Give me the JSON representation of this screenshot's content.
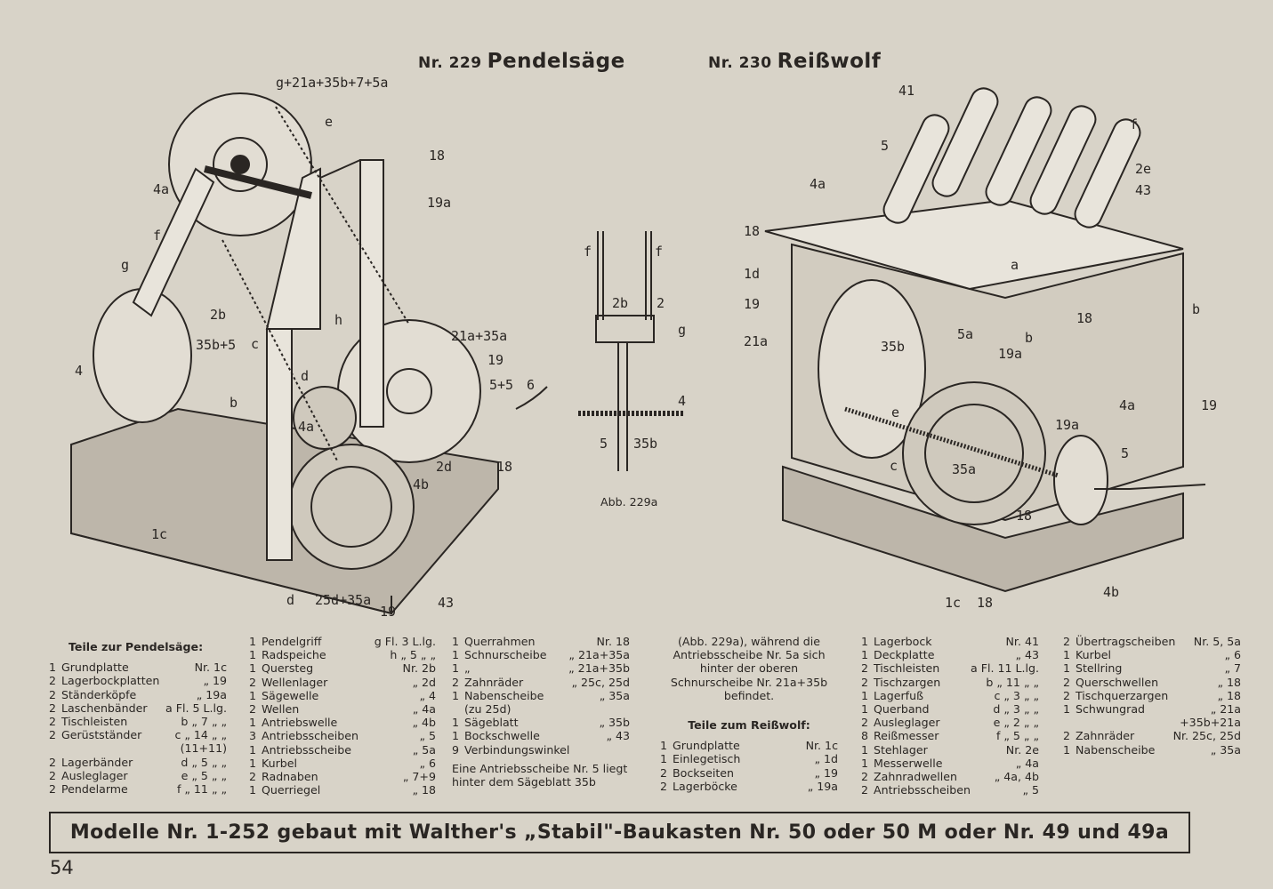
{
  "titles": {
    "left": {
      "nr": "Nr. 229",
      "name": "Pendelsäge"
    },
    "right": {
      "nr": "Nr. 230",
      "name": "Reißwolf"
    }
  },
  "figure_caption": "Abb. 229a",
  "labels_left": [
    "g+21a+35b+7+5a",
    "e",
    "18",
    "19a",
    "4a",
    "f",
    "g",
    "2b",
    "35b+5",
    "4",
    "h",
    "c",
    "21a+35a",
    "19",
    "d",
    "5+5",
    "6",
    "4a",
    "b",
    "2d",
    "18",
    "4b",
    "1c",
    "d",
    "25d+35a",
    "19",
    "43"
  ],
  "labels_right": [
    "41",
    "f",
    "5",
    "2e",
    "4a",
    "43",
    "18",
    "1d",
    "a",
    "19",
    "18",
    "b",
    "21a",
    "35b",
    "5a",
    "19a",
    "b",
    "4a",
    "19",
    "19a",
    "e",
    "c",
    "35a",
    "5",
    "18",
    "1c",
    "18",
    "4b"
  ],
  "labels_detail": [
    "f",
    "f",
    "2b",
    "2",
    "g",
    "4",
    "5",
    "35b"
  ],
  "parts_saw_heading": "Teile zur Pendelsäge:",
  "parts_col1": [
    [
      "1",
      "Grundplatte",
      "Nr. 1c"
    ],
    [
      "2",
      "Lagerbockplatten",
      "„ 19"
    ],
    [
      "2",
      "Ständerköpfe",
      "„ 19a"
    ],
    [
      "2",
      "Laschenbänder",
      "a Fl. 5 L.lg."
    ],
    [
      "2",
      "Tischleisten",
      "b „ 7 „ „"
    ],
    [
      "2",
      "Gerüstständer",
      "c „ 14 „ „"
    ],
    [
      "",
      "",
      "(11+11)"
    ],
    [
      "2",
      "Lagerbänder",
      "d „ 5 „ „"
    ],
    [
      "2",
      "Ausleglager",
      "e „ 5 „ „"
    ],
    [
      "2",
      "Pendelarme",
      "f „ 11 „ „"
    ]
  ],
  "parts_col2": [
    [
      "1",
      "Pendelgriff",
      "g Fl. 3 L.lg."
    ],
    [
      "1",
      "Radspeiche",
      "h „ 5 „ „"
    ],
    [
      "1",
      "Quersteg",
      "Nr. 2b"
    ],
    [
      "2",
      "Wellenlager",
      "„ 2d"
    ],
    [
      "1",
      "Sägewelle",
      "„ 4"
    ],
    [
      "2",
      "Wellen",
      "„ 4a"
    ],
    [
      "1",
      "Antriebswelle",
      "„ 4b"
    ],
    [
      "3",
      "Antriebsscheiben",
      "„ 5"
    ],
    [
      "1",
      "Antriebsscheibe",
      "„ 5a"
    ],
    [
      "1",
      "Kurbel",
      "„ 6"
    ],
    [
      "2",
      "Radnaben",
      "„ 7+9"
    ],
    [
      "1",
      "Querriegel",
      "„ 18"
    ]
  ],
  "parts_col3": [
    [
      "1",
      "Querrahmen",
      "Nr. 18"
    ],
    [
      "1",
      "Schnurscheibe",
      "„ 21a+35a"
    ],
    [
      "1",
      "„",
      "„ 21a+35b"
    ],
    [
      "2",
      "Zahnräder",
      "„ 25c, 25d"
    ],
    [
      "1",
      "Nabenscheibe",
      "„ 35a"
    ],
    [
      "",
      "(zu 25d)",
      ""
    ],
    [
      "1",
      "Sägeblatt",
      "„ 35b"
    ],
    [
      "1",
      "Bockschwelle",
      "„ 43"
    ],
    [
      "9",
      "Verbindungswinkel",
      ""
    ]
  ],
  "note_saw": "Eine Antriebsscheibe Nr. 5 liegt hinter dem Sägeblatt 35b",
  "note_cont": "(Abb. 229a), während die Antriebsscheibe Nr. 5a sich hinter der oberen Schnurscheibe Nr. 21a+35b befindet.",
  "parts_wolf_heading": "Teile zum Reißwolf:",
  "parts_col4": [
    [
      "1",
      "Grundplatte",
      "Nr. 1c"
    ],
    [
      "1",
      "Einlegetisch",
      "„ 1d"
    ],
    [
      "2",
      "Bockseiten",
      "„ 19"
    ],
    [
      "2",
      "Lagerböcke",
      "„ 19a"
    ]
  ],
  "parts_col5": [
    [
      "1",
      "Lagerbock",
      "Nr. 41"
    ],
    [
      "1",
      "Deckplatte",
      "„ 43"
    ],
    [
      "2",
      "Tischleisten",
      "a Fl. 11 L.lg."
    ],
    [
      "2",
      "Tischzargen",
      "b „ 11 „ „"
    ],
    [
      "1",
      "Lagerfuß",
      "c „ 3 „ „"
    ],
    [
      "1",
      "Querband",
      "d „ 3 „ „"
    ],
    [
      "2",
      "Ausleglager",
      "e „ 2 „ „"
    ],
    [
      "8",
      "Reißmesser",
      "f „ 5 „ „"
    ],
    [
      "1",
      "Stehlager",
      "Nr. 2e"
    ],
    [
      "1",
      "Messerwelle",
      "„ 4a"
    ],
    [
      "2",
      "Zahnradwellen",
      "„ 4a, 4b"
    ],
    [
      "2",
      "Antriebsscheiben",
      "„ 5"
    ]
  ],
  "parts_col6": [
    [
      "2",
      "Übertragscheiben",
      "Nr. 5, 5a"
    ],
    [
      "1",
      "Kurbel",
      "„ 6"
    ],
    [
      "1",
      "Stellring",
      "„ 7"
    ],
    [
      "2",
      "Querschwellen",
      "„ 18"
    ],
    [
      "2",
      "Tischquerzargen",
      "„ 18"
    ],
    [
      "1",
      "Schwungrad",
      "„ 21a"
    ],
    [
      "",
      "",
      "+35b+21a"
    ],
    [
      "2",
      "Zahnräder",
      "Nr. 25c, 25d"
    ],
    [
      "1",
      "Nabenscheibe",
      "„ 35a"
    ]
  ],
  "banner": "Modelle Nr. 1-252 gebaut mit Walther's „Stabil\"-Baukasten Nr. 50 oder 50 M oder Nr. 49 und 49a",
  "page_number": "54"
}
